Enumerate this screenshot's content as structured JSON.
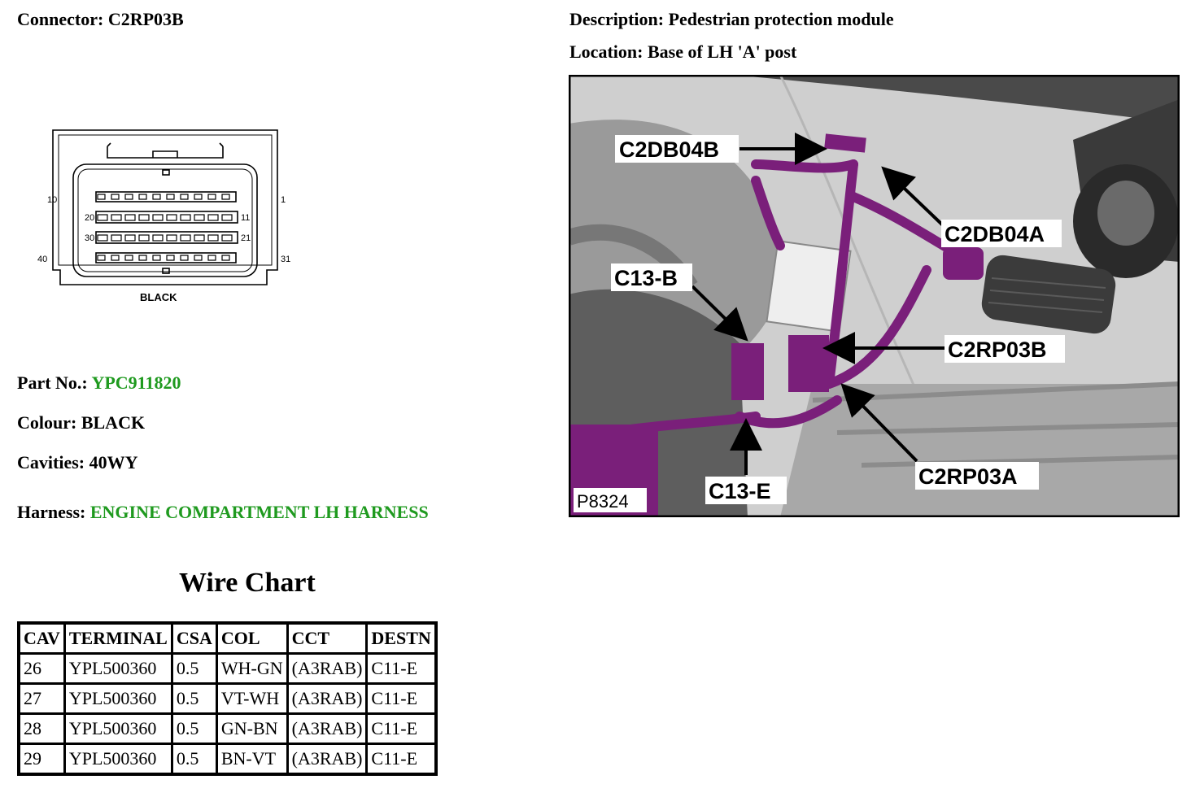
{
  "connector": {
    "label": "Connector:",
    "value": "C2RP03B"
  },
  "description": {
    "label": "Description:",
    "value": "Pedestrian protection module"
  },
  "location": {
    "label": "Location:",
    "value": "Base of LH 'A' post"
  },
  "diagram": {
    "color_label": "BLACK",
    "pins": {
      "p10": "10",
      "p1": "1",
      "p20": "20",
      "p11": "11",
      "p30": "30",
      "p21": "21",
      "p40": "40",
      "p31": "31"
    }
  },
  "part": {
    "label": "Part No.:",
    "value": "YPC911820"
  },
  "colour": {
    "label": "Colour:",
    "value": "BLACK"
  },
  "cavities": {
    "label": "Cavities:",
    "value": "40WY"
  },
  "harness": {
    "label": "Harness:",
    "value": "ENGINE COMPARTMENT LH HARNESS"
  },
  "photo": {
    "ref": "P8324",
    "callouts": {
      "c2db04b": "C2DB04B",
      "c2db04a": "C2DB04A",
      "c13b": "C13-B",
      "c2rp03b": "C2RP03B",
      "c13e": "C13-E",
      "c2rp03a": "C2RP03A"
    }
  },
  "wire_chart": {
    "title": "Wire Chart",
    "headers": [
      "CAV",
      "TERMINAL",
      "CSA",
      "COL",
      "CCT",
      "DESTN"
    ],
    "rows": [
      [
        "26",
        "YPL500360",
        "0.5",
        "WH-GN",
        "(A3RAB)",
        "C11-E"
      ],
      [
        "27",
        "YPL500360",
        "0.5",
        "VT-WH",
        "(A3RAB)",
        "C11-E"
      ],
      [
        "28",
        "YPL500360",
        "0.5",
        "GN-BN",
        "(A3RAB)",
        "C11-E"
      ],
      [
        "29",
        "YPL500360",
        "0.5",
        "BN-VT",
        "(A3RAB)",
        "C11-E"
      ]
    ]
  },
  "colors": {
    "accent_green": "#1f9a1f",
    "harness_purple": "#7a1f7a"
  }
}
